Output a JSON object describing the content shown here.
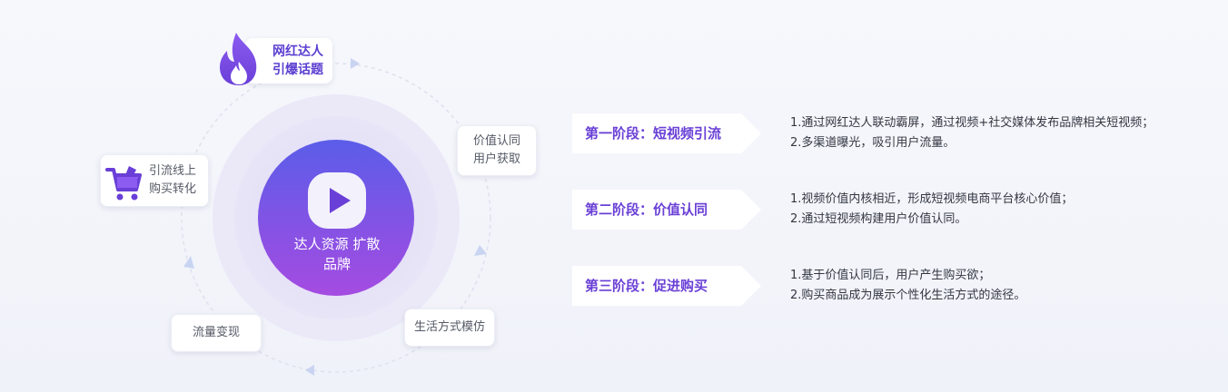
{
  "diagram": {
    "center": {
      "label": "达人资源  扩散\n品牌"
    },
    "nodes": {
      "fire": "网红达人\n引爆话题",
      "value": "价值认同\n用户获取",
      "online": "引流线上\n购买转化",
      "traffic": "流量变现",
      "life": "生活方式模仿"
    },
    "icons": [
      "fire-icon",
      "cart-icon",
      "play-icon"
    ],
    "colors": {
      "accent": "#6a40d6",
      "center_top": "#5a5ce8",
      "center_bottom": "#a44ae0"
    }
  },
  "stages": [
    {
      "title": "第一阶段：短视频引流",
      "points": [
        "1.通过网红达人联动霸屏，通过视频+社交媒体发布品牌相关短视频；",
        "2.多渠道曝光，吸引用户流量。"
      ]
    },
    {
      "title": "第二阶段：价值认同",
      "points": [
        "1.视频价值内核相近，形成短视频电商平台核心价值；",
        "2.通过短视频构建用户价值认同。"
      ]
    },
    {
      "title": "第三阶段：促进购买",
      "points": [
        "1.基于价值认同后，用户产生购买欲；",
        "2.购买商品成为展示个性化生活方式的途径。"
      ]
    }
  ]
}
